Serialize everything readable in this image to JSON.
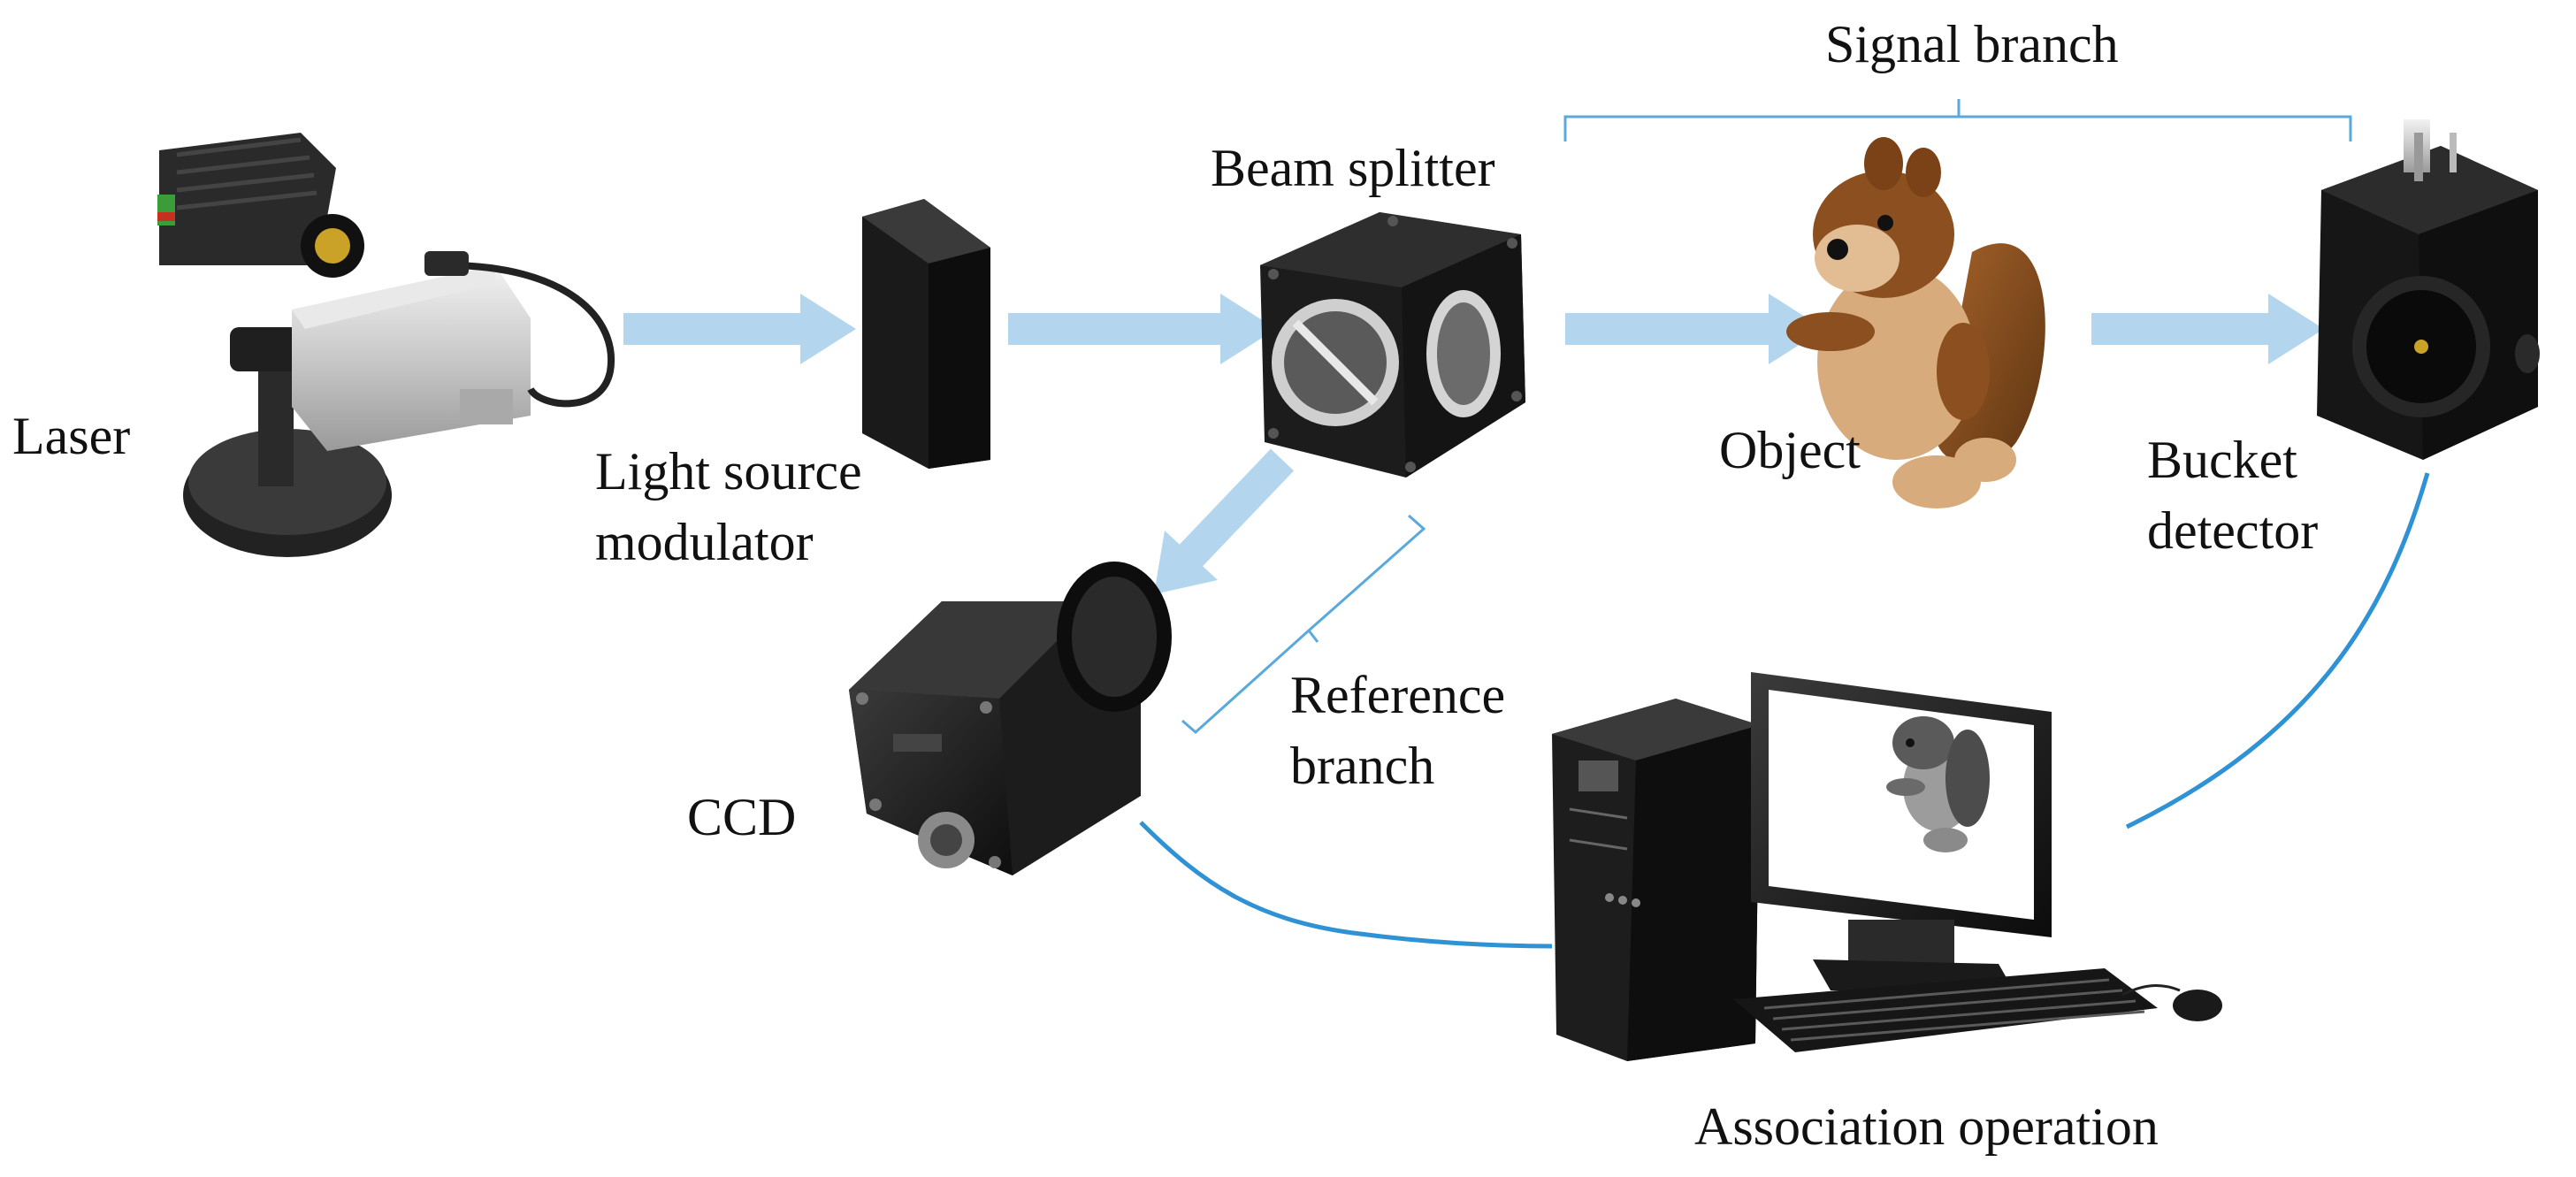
{
  "labels": {
    "laser": "Laser",
    "modulator_line1": "Light source",
    "modulator_line2": "modulator",
    "beam_splitter": "Beam splitter",
    "signal_branch": "Signal branch",
    "object": "Object",
    "bucket_line1": "Bucket",
    "bucket_line2": "detector",
    "reference_line1": "Reference",
    "reference_line2": "branch",
    "ccd": "CCD",
    "association": "Association operation"
  },
  "colors": {
    "beam_arrow": "#b3d6ee",
    "cable": "#2f92d4",
    "bracket": "#59a9dc",
    "device_black": "#1b1b1b"
  },
  "icons": [
    "laser-icon",
    "modulator-icon",
    "beam-splitter-icon",
    "object-toy-icon",
    "bucket-detector-icon",
    "ccd-camera-icon",
    "computer-icon"
  ]
}
